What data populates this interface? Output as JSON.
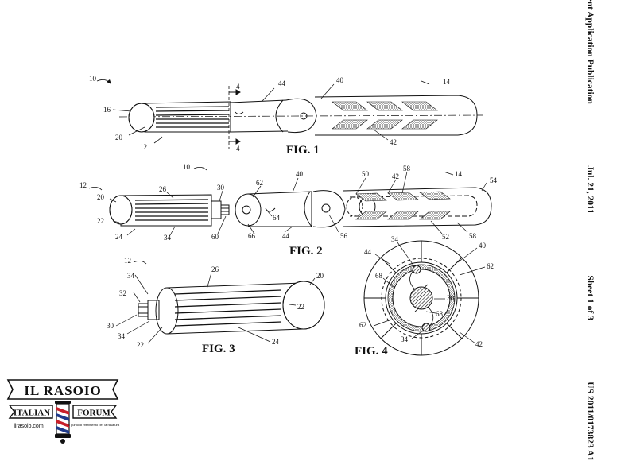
{
  "header": {
    "publication": "Patent Application Publication",
    "date": "Jul. 21, 2011",
    "sheet": "Sheet 1 of 3",
    "number": "US 2011/0173823 A1"
  },
  "figures": {
    "fig1": "FIG. 1",
    "fig2": "FIG. 2",
    "fig3": "FIG. 3",
    "fig4": "FIG. 4"
  },
  "fig1_labels": {
    "n10": "10",
    "n16": "16",
    "n20": "20",
    "n12": "12",
    "n4a": "4",
    "n4b": "4",
    "n44": "44",
    "n40": "40",
    "n14": "14",
    "n42": "42"
  },
  "fig2_labels": {
    "n10": "10",
    "n12": "12",
    "n20": "20",
    "n26": "26",
    "n30": "30",
    "n62": "62",
    "n40": "40",
    "n50": "50",
    "n58a": "58",
    "n42": "42",
    "n14": "14",
    "n54": "54",
    "n22": "22",
    "n24": "24",
    "n34": "34",
    "n60": "60",
    "n64": "64",
    "n66": "66",
    "n44": "44",
    "n56": "56",
    "n52": "52",
    "n58b": "58"
  },
  "fig3_labels": {
    "n12": "12",
    "n34a": "34",
    "n26": "26",
    "n20": "20",
    "n32": "32",
    "n22a": "22",
    "n30": "30",
    "n34b": "34",
    "n22b": "22",
    "n24": "24"
  },
  "fig4_labels": {
    "n34a": "34",
    "n40": "40",
    "n44": "44",
    "n62a": "62",
    "n68a": "68",
    "n30": "30",
    "n68b": "68",
    "n62b": "62",
    "n34b": "34",
    "n42": "42"
  },
  "logo": {
    "title": "IL RASOIO",
    "left_word": "ITALIAN",
    "right_word": "FORUM",
    "url": "ilrasoio.com",
    "tagline": "Il punto di riferimento per la rasatura"
  },
  "colors": {
    "ink": "#111111",
    "paper": "#ffffff",
    "logo_red": "#c8202a",
    "logo_blue": "#1f3a8a"
  }
}
